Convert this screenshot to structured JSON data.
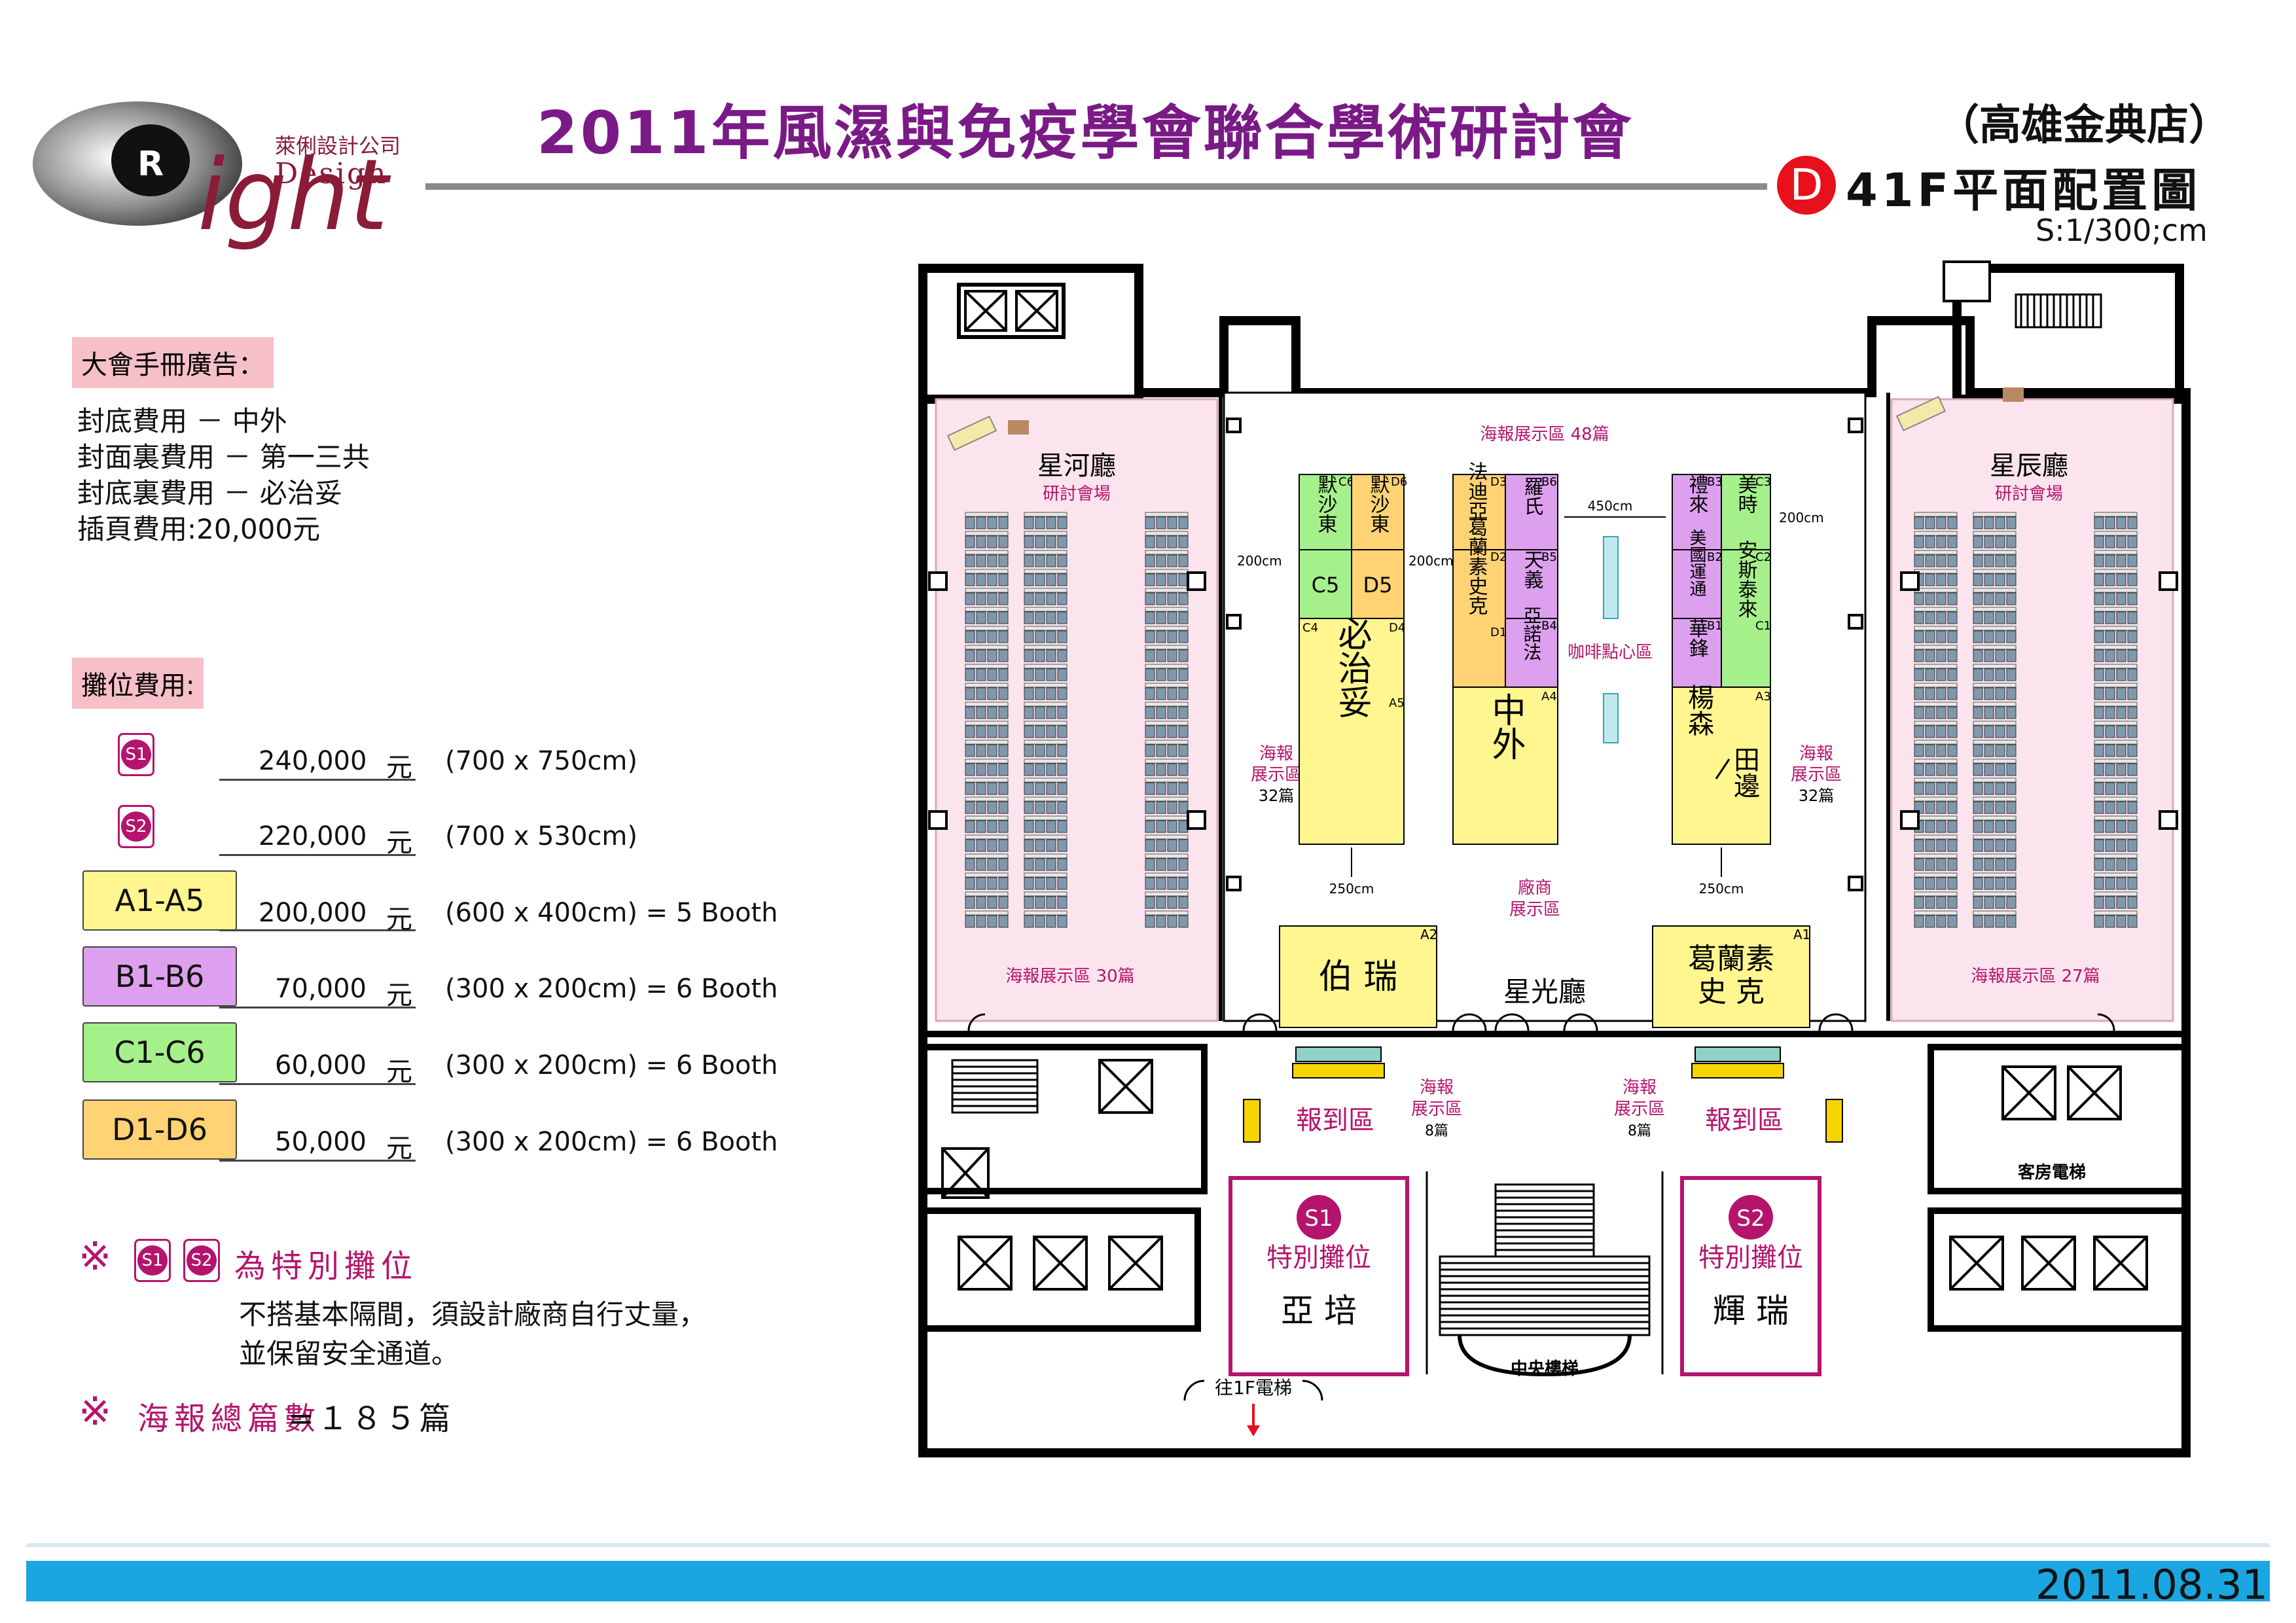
{
  "header": {
    "title": "2011年風濕與免疫學會聯合學術研討會",
    "venue": "（高雄金典店）",
    "plan_letter": "D",
    "plan_title": "41F平面配置圖",
    "scale": "S:1/300;cm",
    "logo_letter": "R",
    "logo_script": "ight",
    "logo_cn": "萊俐設計公司",
    "logo_en": "Design"
  },
  "ads": {
    "heading": "大會手冊廣告：",
    "lines": [
      "封底費用 － 中外",
      "封面裏費用 － 第一三共",
      "封底裏費用 － 必治妥",
      "插頁費用:20,000元"
    ]
  },
  "booth_fees": {
    "heading": "攤位費用:",
    "rows": [
      {
        "label": "S1",
        "price": "240,000",
        "unit": "元",
        "spec": "(700 x 750cm)"
      },
      {
        "label": "S2",
        "price": "220,000",
        "unit": "元",
        "spec": "(700 x 530cm)"
      },
      {
        "label": "A1-A5",
        "price": "200,000",
        "unit": "元",
        "spec": "(600 x 400cm) = 5 Booth",
        "color": "#fff68f"
      },
      {
        "label": "B1-B6",
        "price": "70,000",
        "unit": "元",
        "spec": "(300 x 200cm) = 6 Booth",
        "color": "#dda0ee"
      },
      {
        "label": "C1-C6",
        "price": "60,000",
        "unit": "元",
        "spec": "(300 x 200cm) = 6 Booth",
        "color": "#a6f08c"
      },
      {
        "label": "D1-D6",
        "price": "50,000",
        "unit": "元",
        "spec": "(300 x 200cm) = 6 Booth",
        "color": "#ffd274"
      }
    ]
  },
  "notes": {
    "mark": "※",
    "special_label": "為特別攤位",
    "special_desc1": "不搭基本隔間，須設計廠商自行丈量，",
    "special_desc2": "並保留安全通道。",
    "poster_label": "海報總篇數",
    "poster_total": "=１８５篇"
  },
  "colors": {
    "A": "#fff68f",
    "B": "#dda0ee",
    "C": "#a6f08c",
    "D": "#ffd274",
    "special": "#b5146d",
    "hall": "#fbe4ee",
    "title": "#7a1a86"
  },
  "floorplan": {
    "halls": {
      "left_name": "星河廳",
      "left_sub": "研討會場",
      "left_poster": "海報展示區 30篇",
      "right_name": "星辰廳",
      "right_sub": "研討會場",
      "right_poster": "海報展示區 27篇",
      "center_name": "星光廳"
    },
    "posters": {
      "top": "海報展示區 48篇",
      "left_1": "海報",
      "left_2": "展示區",
      "left_3": "32篇",
      "right_1": "海報",
      "right_2": "展示區",
      "right_3": "32篇",
      "reg_left_1": "海報",
      "reg_left_2": "展示區",
      "reg_left_3": "8篇",
      "reg_right_1": "海報",
      "reg_right_2": "展示區",
      "reg_right_3": "8篇"
    },
    "areas": {
      "coffee": "咖啡點心區",
      "vendor_1": "廠商",
      "vendor_2": "展示區",
      "registration": "報到區",
      "stairs": "中央樓梯",
      "guest_elevator": "客房電梯",
      "to_1f": "往1F電梯"
    },
    "dims": {
      "d200": "200cm",
      "d250": "250cm",
      "d450": "450cm"
    },
    "booths": {
      "C6": {
        "code": "C6",
        "name": "默沙東"
      },
      "D6": {
        "code": "D6",
        "name": "默沙東"
      },
      "C5": {
        "code": "C5",
        "name": "C5"
      },
      "D5": {
        "code": "D5",
        "name": "D5"
      },
      "C4": {
        "code": "C4"
      },
      "D4": {
        "code": "D4"
      },
      "A5": {
        "code": "A5",
        "name": "必治妥"
      },
      "D3": {
        "code": "D3",
        "name": "法迪亞"
      },
      "B6": {
        "code": "B6",
        "name": "羅氏"
      },
      "D2": {
        "code": "D2",
        "name": "葛蘭素史克"
      },
      "D1": {
        "code": "D1"
      },
      "B5": {
        "code": "B5",
        "name": "天義"
      },
      "B4": {
        "code": "B4",
        "name": "亞諾法"
      },
      "A4": {
        "code": "A4",
        "name": "中外"
      },
      "B3": {
        "code": "B3",
        "name": "禮來"
      },
      "C3": {
        "code": "C3",
        "name": "美時"
      },
      "B2": {
        "code": "B2",
        "name": "美國運通"
      },
      "C2": {
        "code": "C2",
        "name": "安斯泰來"
      },
      "B1": {
        "code": "B1",
        "name": "華鋒"
      },
      "C1": {
        "code": "C1"
      },
      "A3": {
        "code": "A3",
        "name1": "楊森",
        "name2": "田邊"
      },
      "A2": {
        "code": "A2",
        "name": "伯 瑞"
      },
      "A1": {
        "code": "A1",
        "name1": "葛蘭素",
        "name2": "史  克"
      }
    },
    "specials": {
      "S1": {
        "code": "S1",
        "label": "特別攤位",
        "name": "亞 培"
      },
      "S2": {
        "code": "S2",
        "label": "特別攤位",
        "name": "輝 瑞"
      }
    }
  },
  "footer": {
    "date": "2011.08.31"
  }
}
